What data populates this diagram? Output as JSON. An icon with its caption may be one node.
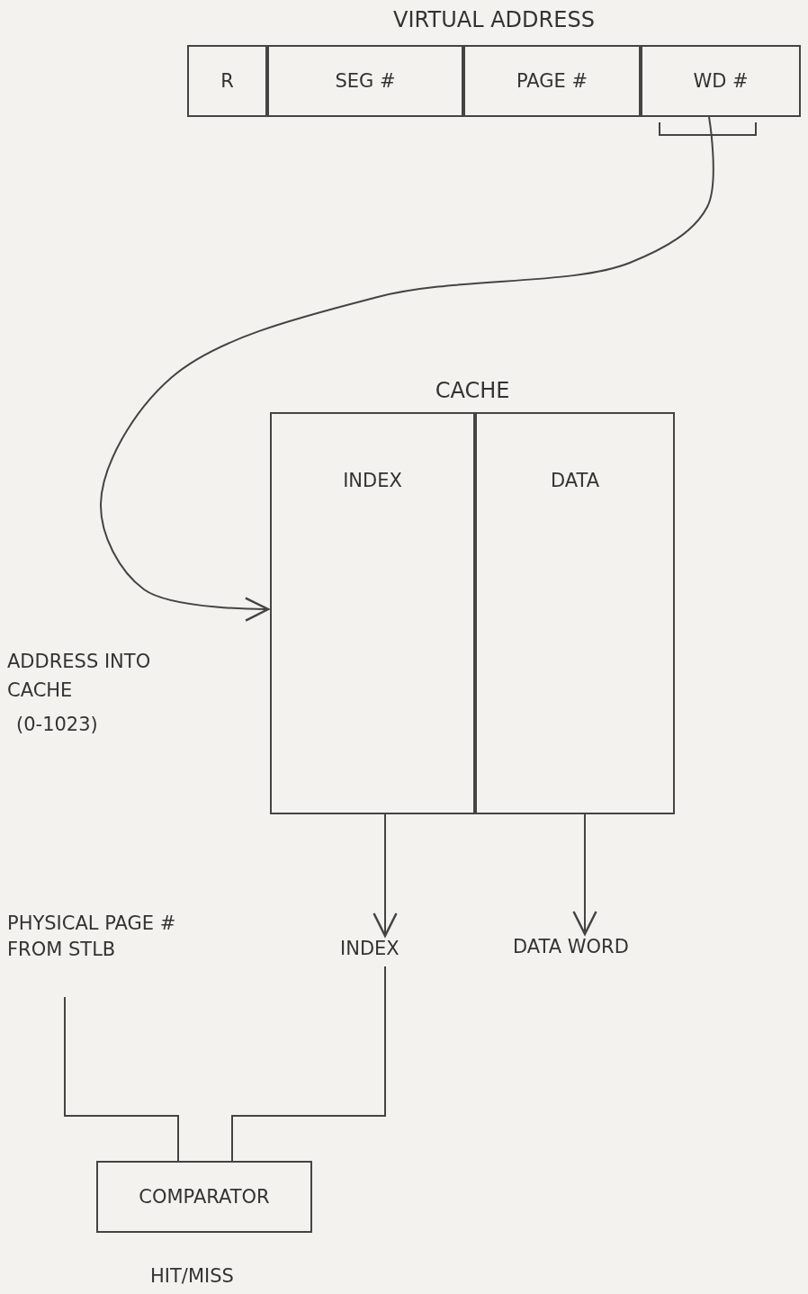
{
  "diagram": {
    "nodes": [
      {
        "text": [
          "VIRTUAL ADDRESS"
        ]
      },
      {
        "text": [
          "R"
        ],
        "in": 0
      },
      {
        "text": [
          "SEG #"
        ],
        "in": 0
      },
      {
        "text": [
          "PAGE #"
        ],
        "in": 0
      },
      {
        "text": [
          "WD #"
        ],
        "in": 0
      },
      {
        "text": [
          "CACHE"
        ]
      },
      {
        "text": [
          "INDEX"
        ],
        "in": 5
      },
      {
        "text": [
          "DATA"
        ],
        "in": 5
      },
      {
        "text": [
          "INDEX"
        ]
      },
      {
        "text": [
          "DATA WORD"
        ]
      },
      {
        "text": [
          "PHYSICAL PAGE # FROM STLB"
        ]
      },
      {
        "text": [
          "COMPARATOR"
        ],
        "beside": [
          "HIT/MISS"
        ]
      }
    ],
    "edges": [
      {
        "from": 4,
        "to": 5,
        "arrow": "to"
      },
      {
        "from": 6,
        "to": 8,
        "arrow": "to"
      },
      {
        "from": 7,
        "to": 9,
        "arrow": "to"
      },
      {
        "from": 10,
        "to": 11,
        "arrow": "none"
      },
      {
        "from": 8,
        "to": 11,
        "arrow": "none"
      }
    ],
    "labels": [
      "ADDRESS INTO CACHE",
      "(0-1023)"
    ]
  }
}
